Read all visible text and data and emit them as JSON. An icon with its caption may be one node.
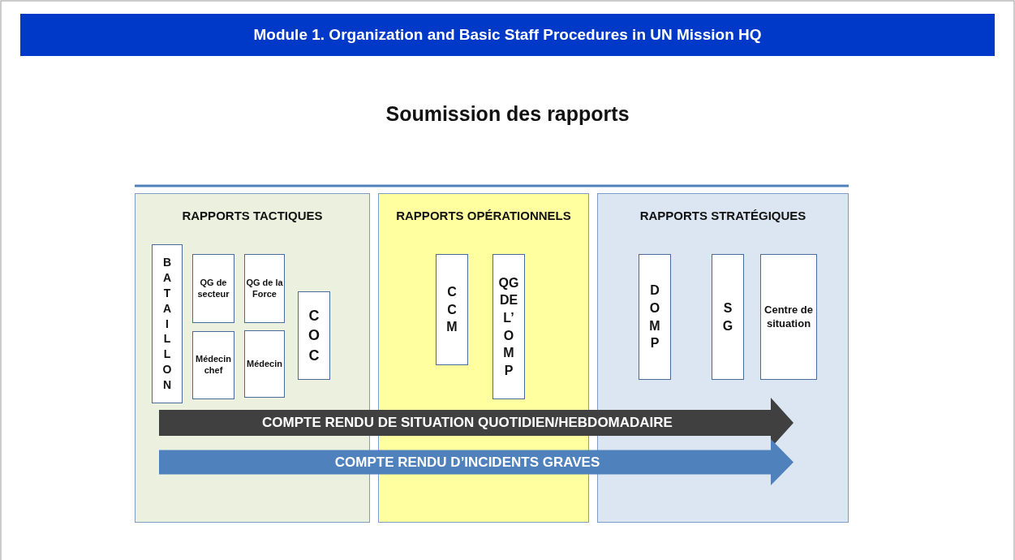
{
  "diagram": {
    "title": "Soumission des rapports",
    "nodes": [
      {
        "text": [
          "Module 1. Organization and Basic Staff Procedures in UN Mission HQ"
        ]
      },
      {
        "text": [
          "RAPPORTS TACTIQUES"
        ]
      },
      {
        "text": [
          "BATAILLON"
        ],
        "in": 1
      },
      {
        "text": [
          "QG de secteur"
        ],
        "in": 1
      },
      {
        "text": [
          "QG de la Force"
        ],
        "in": 1
      },
      {
        "text": [
          "Médecin chef"
        ],
        "in": 1
      },
      {
        "text": [
          "Médecin"
        ],
        "in": 1
      },
      {
        "text": [
          "COC"
        ],
        "in": 1
      },
      {
        "text": [
          "RAPPORTS OPÉRATIONNELS"
        ]
      },
      {
        "text": [
          "CCM"
        ],
        "in": 8
      },
      {
        "text": [
          "QG DE L’OMP"
        ],
        "in": 8
      },
      {
        "text": [
          "RAPPORTS STRATÉGIQUES"
        ]
      },
      {
        "text": [
          "DOMP"
        ],
        "in": 11
      },
      {
        "text": [
          "SG"
        ],
        "in": 11
      },
      {
        "text": [
          "Centre de situation"
        ],
        "in": 11
      },
      {
        "text": [
          "COMPTE RENDU DE SITUATION QUOTIDIEN/HEBDOMADAIRE"
        ]
      },
      {
        "text": [
          "COMPTE RENDU D’INCIDENTS GRAVES"
        ]
      }
    ]
  }
}
